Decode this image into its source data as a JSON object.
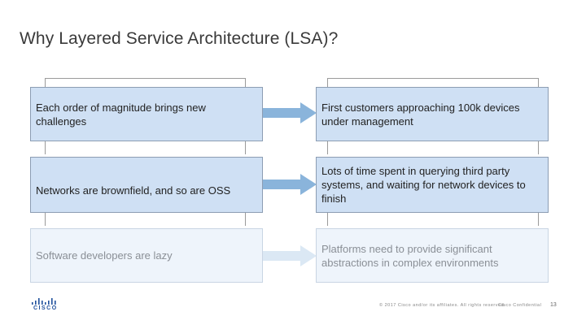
{
  "title": "Why Layered Service Architecture (LSA)?",
  "rows": [
    {
      "left": "Each order of magnitude brings new challenges",
      "right": "First customers approaching 100k devices under management"
    },
    {
      "left": "Networks are brownfield, and so are OSS",
      "right": "Lots of time spent in querying third party systems, and waiting for network devices to finish"
    },
    {
      "left": "Software developers are lazy",
      "right": "Platforms need to provide significant abstractions in complex environments"
    }
  ],
  "footer": {
    "copyright": "© 2017 Cisco and/or its affiliates. All rights reserved.",
    "confidential": "Cisco Confidential",
    "page_number": "13"
  },
  "logo": {
    "text": "CISCO"
  },
  "colors": {
    "box_fill": "#cfe0f4",
    "arrow": "#8ab4db",
    "faded_fill": "#eef4fb"
  }
}
